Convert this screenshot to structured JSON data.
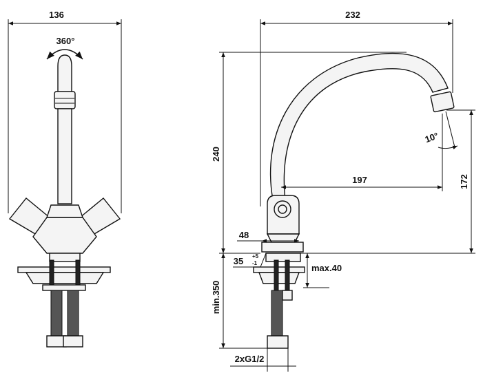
{
  "dimensions": {
    "width_total": "136",
    "rotation": "360°",
    "reach": "232",
    "height": "240",
    "spout_height": "172",
    "outlet_reach": "197",
    "outlet_angle": "10°",
    "base_diameter": "48",
    "tilt_angle": "35",
    "tilt_tol_plus": "+5",
    "tilt_tol_minus": "-1",
    "max_thickness": "max.40",
    "hose_length": "min.350",
    "connection": "2xG1/2"
  }
}
